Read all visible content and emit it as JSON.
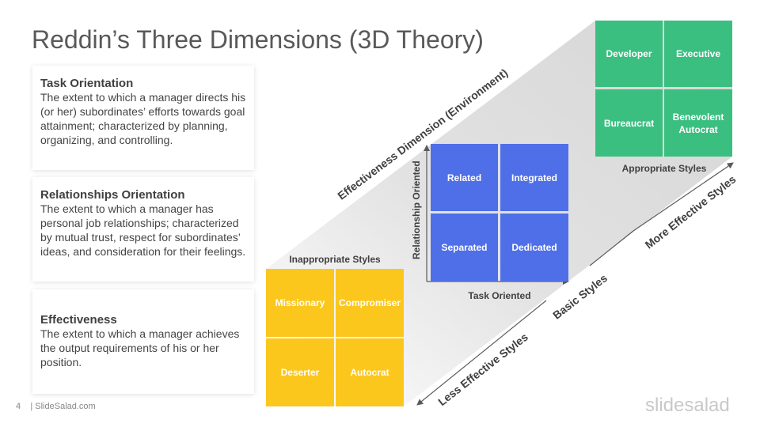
{
  "title": "Reddin’s Three Dimensions (3D Theory)",
  "cards": [
    {
      "heading": "Task Orientation",
      "text": "The extent to which a manager directs his (or her) subordinates’ efforts towards goal attainment; characterized by planning, organizing, and controlling."
    },
    {
      "heading": "Relationships Orientation",
      "text": "The extent to which a manager has personal job relationships; characterized by mutual trust, respect for subordinates’ ideas, and consideration for their feelings."
    },
    {
      "heading": "Effectiveness",
      "text": "The extent to which a manager achieves the output requirements of his or her position."
    }
  ],
  "diagram": {
    "inappropriate": {
      "label": "Inappropriate Styles",
      "cells": [
        "Missionary",
        "Compromiser",
        "Deserter",
        "Autocrat"
      ],
      "color": "#fcc71d"
    },
    "basic": {
      "cells": [
        "Related",
        "Integrated",
        "Separated",
        "Dedicated"
      ],
      "color": "#4f6fe8",
      "x_axis": "Task Oriented",
      "y_axis": "Relationship  Oriented"
    },
    "appropriate": {
      "label": "Appropriate Styles",
      "cells": [
        "Developer",
        "Executive",
        "Bureaucrat",
        "Benevolent Autocrat"
      ],
      "color": "#3bbf80"
    },
    "effectiveness_dimension": "Effectiveness Dimension (Environment)",
    "scale": {
      "less": "Less Effective Styles",
      "basic": "Basic Styles",
      "more": "More Effective Styles"
    }
  },
  "footer": {
    "page": "4",
    "site": "| SlideSalad.com"
  },
  "brand": "slidesalad"
}
